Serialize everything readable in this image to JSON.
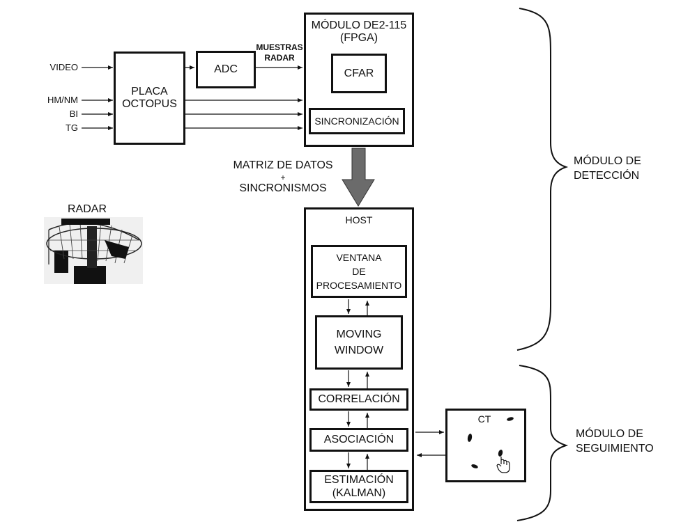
{
  "inputs": {
    "video": "VIDEO",
    "hm_nm": "HM/NM",
    "bi": "BI",
    "tg": "TG"
  },
  "placa": {
    "line1": "PLACA",
    "line2": "OCTOPUS"
  },
  "adc": "ADC",
  "muestras": {
    "line1": "MUESTRAS",
    "line2": "RADAR"
  },
  "fpga": {
    "line1": "MÓDULO DE2-115",
    "line2": "(FPGA)"
  },
  "cfar": "CFAR",
  "sincronizacion": "SINCRONIZACIÓN",
  "matriz": {
    "line1": "MATRIZ DE DATOS",
    "line2": "+",
    "line3": "SINCRONISMOS"
  },
  "radar": "RADAR",
  "host": "HOST",
  "ventana": {
    "line1": "VENTANA",
    "line2": "DE",
    "line3": "PROCESAMIENTO"
  },
  "moving": {
    "line1": "MOVING",
    "line2": "WINDOW"
  },
  "correlacion": "CORRELACIÓN",
  "asociacion": "ASOCIACIÓN",
  "estimacion": {
    "line1": "ESTIMACIÓN",
    "line2": "(KALMAN)"
  },
  "ct": "CT",
  "deteccion": {
    "line1": "MÓDULO DE",
    "line2": "DETECCIÓN"
  },
  "seguimiento": {
    "line1": "MÓDULO DE",
    "line2": "SEGUIMIENTO"
  }
}
